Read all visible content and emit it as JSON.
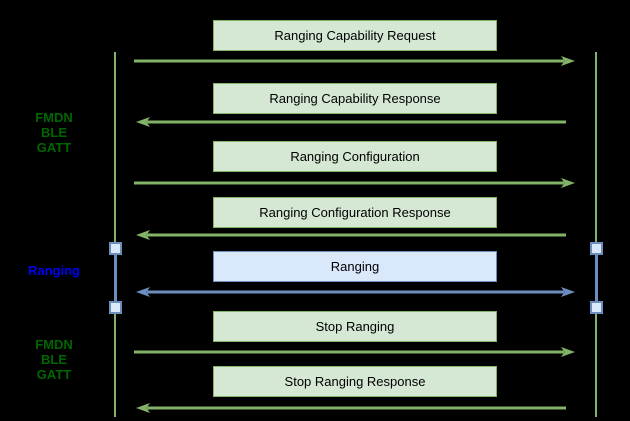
{
  "diagram": {
    "type": "sequence-message-flow",
    "background_color": "#000000",
    "left_labels": {
      "fmdn_top": {
        "line1": "FMDN",
        "line2": "BLE",
        "line3": "GATT",
        "color": "#006600"
      },
      "ranging": {
        "line1": "Ranging",
        "color": "#0000f2"
      },
      "fmdn_bottom": {
        "line1": "FMDN",
        "line2": "BLE",
        "line3": "GATT",
        "color": "#006600"
      }
    },
    "messages": [
      {
        "label": "Ranging Capability Request",
        "direction": "right",
        "theme": "green"
      },
      {
        "label": "Ranging Capability Response",
        "direction": "left",
        "theme": "green"
      },
      {
        "label": "Ranging Configuration",
        "direction": "right",
        "theme": "green"
      },
      {
        "label": "Ranging Configuration Response",
        "direction": "left",
        "theme": "green"
      },
      {
        "label": "Ranging",
        "direction": "both",
        "theme": "blue"
      },
      {
        "label": "Stop Ranging",
        "direction": "right",
        "theme": "green"
      },
      {
        "label": "Stop Ranging Response",
        "direction": "left",
        "theme": "green"
      }
    ],
    "colors": {
      "green_stroke": "#82b366",
      "green_fill": "#d5e8d4",
      "blue_stroke": "#6c8ebf",
      "blue_fill": "#dae8fc",
      "box_text": "#000000"
    }
  }
}
